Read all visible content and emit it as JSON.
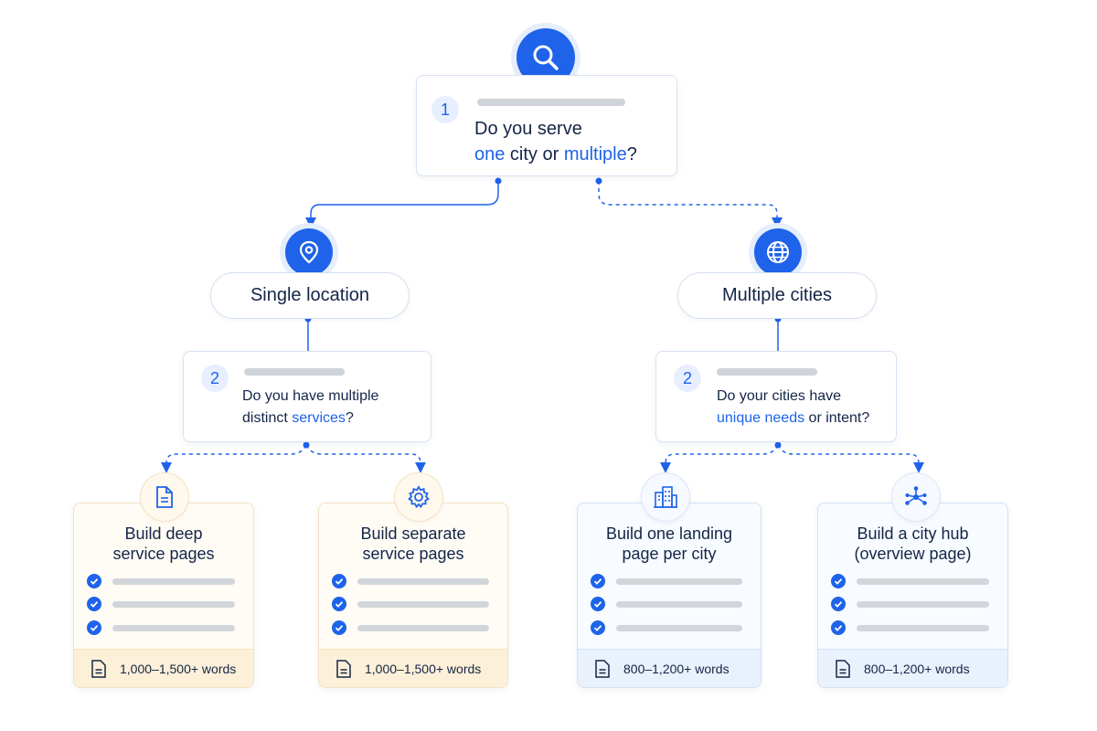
{
  "colors": {
    "accent": "#1e63e9",
    "warm_bg": "#fffcf6",
    "cool_bg": "#f8fbff"
  },
  "root": {
    "icon": "search-icon",
    "number": "1",
    "line1": "Do you serve",
    "w1": "one",
    "w2": " city or ",
    "w3": "multiple",
    "w4": "?"
  },
  "left": {
    "icon": "location-pin-icon",
    "pill": "Single location",
    "question": {
      "number": "2",
      "line1": "Do you have multiple",
      "pre": "distinct ",
      "hl": "services",
      "post": "?"
    },
    "cards": [
      {
        "icon": "document-icon",
        "title1": "Build deep",
        "title2": "service pages",
        "footer": "1,000–1,500+ words"
      },
      {
        "icon": "gear-icon",
        "title1": "Build separate",
        "title2": "service pages",
        "footer": "1,000–1,500+ words"
      }
    ]
  },
  "right": {
    "icon": "globe-icon",
    "pill": "Multiple cities",
    "question": {
      "number": "2",
      "line1": "Do your cities have",
      "hl": "unique needs",
      "post": " or intent?"
    },
    "cards": [
      {
        "icon": "buildings-icon",
        "title1": "Build one landing",
        "title2": "page per city",
        "footer": "800–1,200+ words"
      },
      {
        "icon": "network-hub-icon",
        "title1": "Build a city hub",
        "title2": "(overview page)",
        "footer": "800–1,200+ words"
      }
    ]
  }
}
